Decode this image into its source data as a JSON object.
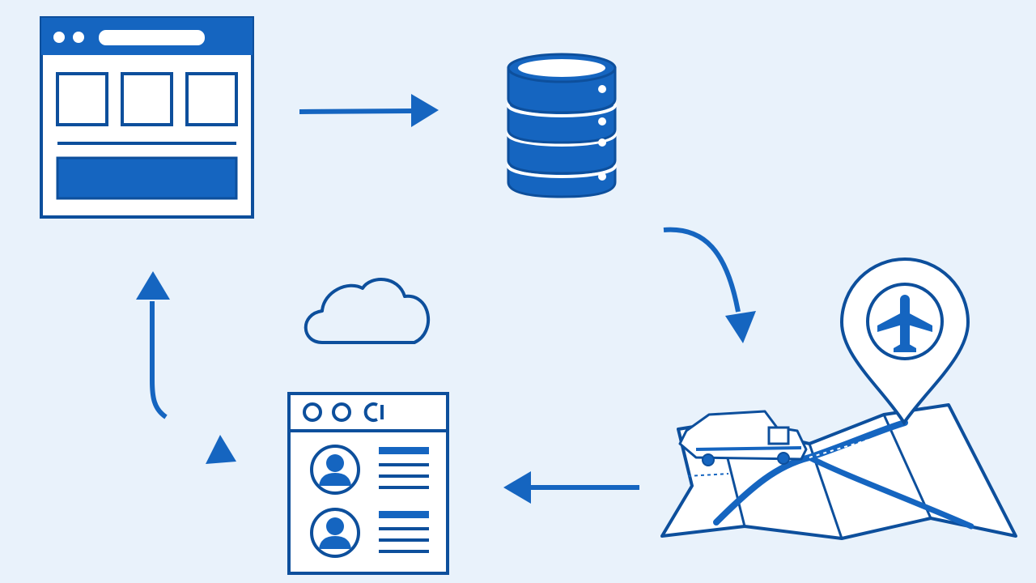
{
  "diagram": {
    "nodes": [
      {
        "id": "web-page",
        "icon": "browser-window-icon"
      },
      {
        "id": "database",
        "icon": "database-icon"
      },
      {
        "id": "travel-map",
        "icon": "map-location-pin-icon"
      },
      {
        "id": "user-profiles",
        "icon": "user-list-window-icon"
      },
      {
        "id": "cloud",
        "icon": "cloud-icon"
      }
    ],
    "edges": [
      {
        "from": "web-page",
        "to": "database"
      },
      {
        "from": "database",
        "to": "travel-map"
      },
      {
        "from": "travel-map",
        "to": "user-profiles"
      },
      {
        "from": "user-profiles",
        "to": "web-page"
      }
    ]
  },
  "colors": {
    "primary": "#1565c0",
    "dark": "#0d4f9c",
    "background": "#e9f2fb",
    "fill": "#ffffff"
  }
}
